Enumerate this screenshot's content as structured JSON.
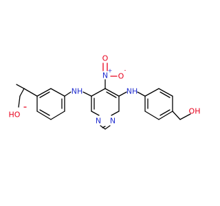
{
  "atoms": {
    "oh_left": "HO",
    "oh_right": "OH",
    "nh_left": "NH",
    "nh_right": "NH",
    "n_ring_left": "N",
    "n_ring_right": "N",
    "n_nitro": "N",
    "n_nitro_charge": "+",
    "o_nitro_top": "O",
    "o_nitro_right": "O",
    "o_nitro_charge": "-"
  },
  "colors": {
    "carbon": "#000000",
    "nitrogen": "#1f2ccf",
    "oxygen": "#e8001c"
  }
}
